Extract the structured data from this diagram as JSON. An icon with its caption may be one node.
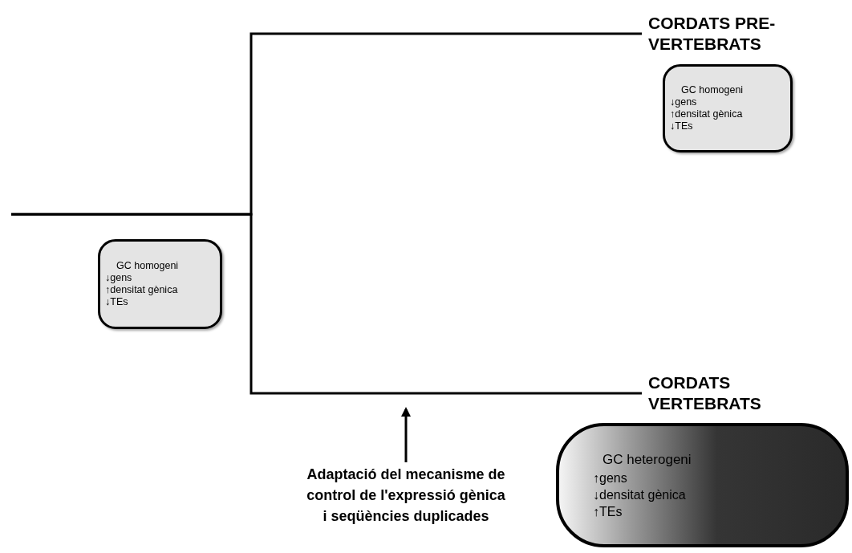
{
  "diagram": {
    "nodes": [
      {
        "text": [
          "CORDATS PRE-VERTEBRATS"
        ]
      },
      {
        "text": [
          "CORDATS VERTEBRATS"
        ]
      },
      {
        "text": [
          "GC homogeni",
          "↓gens",
          "↑densitat gènica",
          "↓TEs"
        ]
      },
      {
        "text": [
          "GC homogeni",
          "↓gens",
          "↑densitat gènica",
          "↓TEs"
        ]
      },
      {
        "text": [
          "GC heterogeni",
          "↑gens",
          "↓densitat gènica",
          "↑TEs"
        ]
      },
      {
        "text": [
          "Adaptació del mecanisme de control de l'expressió gènica i seqüències duplicades"
        ]
      }
    ],
    "edges": [
      {
        "from": null,
        "to": 0,
        "arrow": "none"
      },
      {
        "from": null,
        "to": 1,
        "arrow": "none"
      },
      {
        "from": 5,
        "to": null,
        "arrow": "to"
      }
    ]
  }
}
